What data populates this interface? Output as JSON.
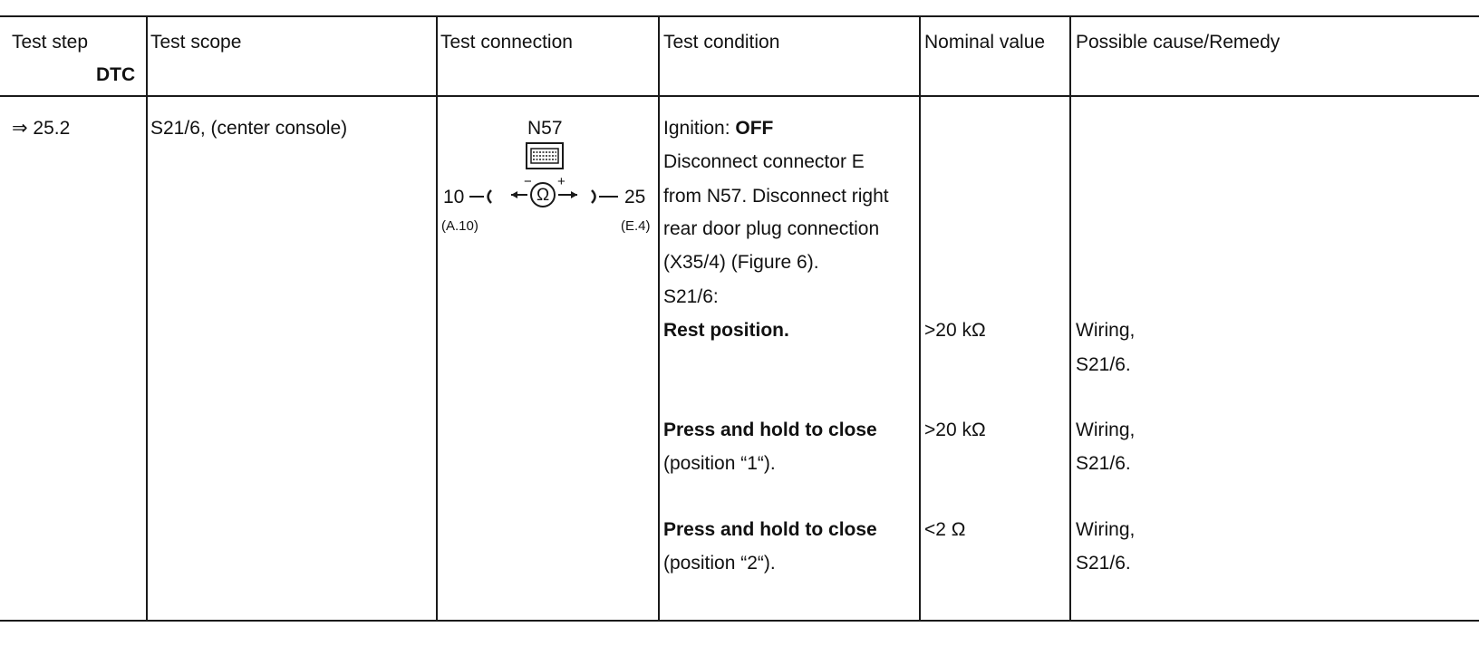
{
  "table": {
    "headers": {
      "test_step": "Test step",
      "dtc": "DTC",
      "test_scope": "Test scope",
      "test_connection": "Test connection",
      "test_condition": "Test condition",
      "nominal_value": "Nominal value",
      "possible_cause": "Possible cause/Remedy"
    },
    "row": {
      "step": "⇒ 25.2",
      "scope": "S21/6, (center console)",
      "connection": {
        "module": "N57",
        "pin_left": "10",
        "pin_right": "25",
        "sub_left": "(A.10)",
        "sub_right": "(E.4)",
        "meter_symbol": "Ω",
        "meter_minus": "−",
        "meter_plus": "+"
      },
      "condition_intro": {
        "ignition_label": "Ignition: ",
        "ignition_value": "OFF",
        "lines": [
          "Disconnect connector E",
          "from N57.  Disconnect right",
          "rear door plug connection",
          "(X35/4) (Figure 6).",
          "S21/6:"
        ]
      },
      "checks": [
        {
          "condition": "Rest position.",
          "condition_note": "",
          "nominal": ">20 kΩ",
          "cause_1": "Wiring,",
          "cause_2": "S21/6."
        },
        {
          "condition": "Press and hold to close",
          "condition_note": "(position “1“).",
          "nominal": ">20 kΩ",
          "cause_1": "Wiring,",
          "cause_2": "S21/6."
        },
        {
          "condition": "Press and hold to close",
          "condition_note": "(position “2“).",
          "nominal": "<2 Ω",
          "cause_1": "Wiring,",
          "cause_2": "S21/6."
        }
      ]
    }
  }
}
